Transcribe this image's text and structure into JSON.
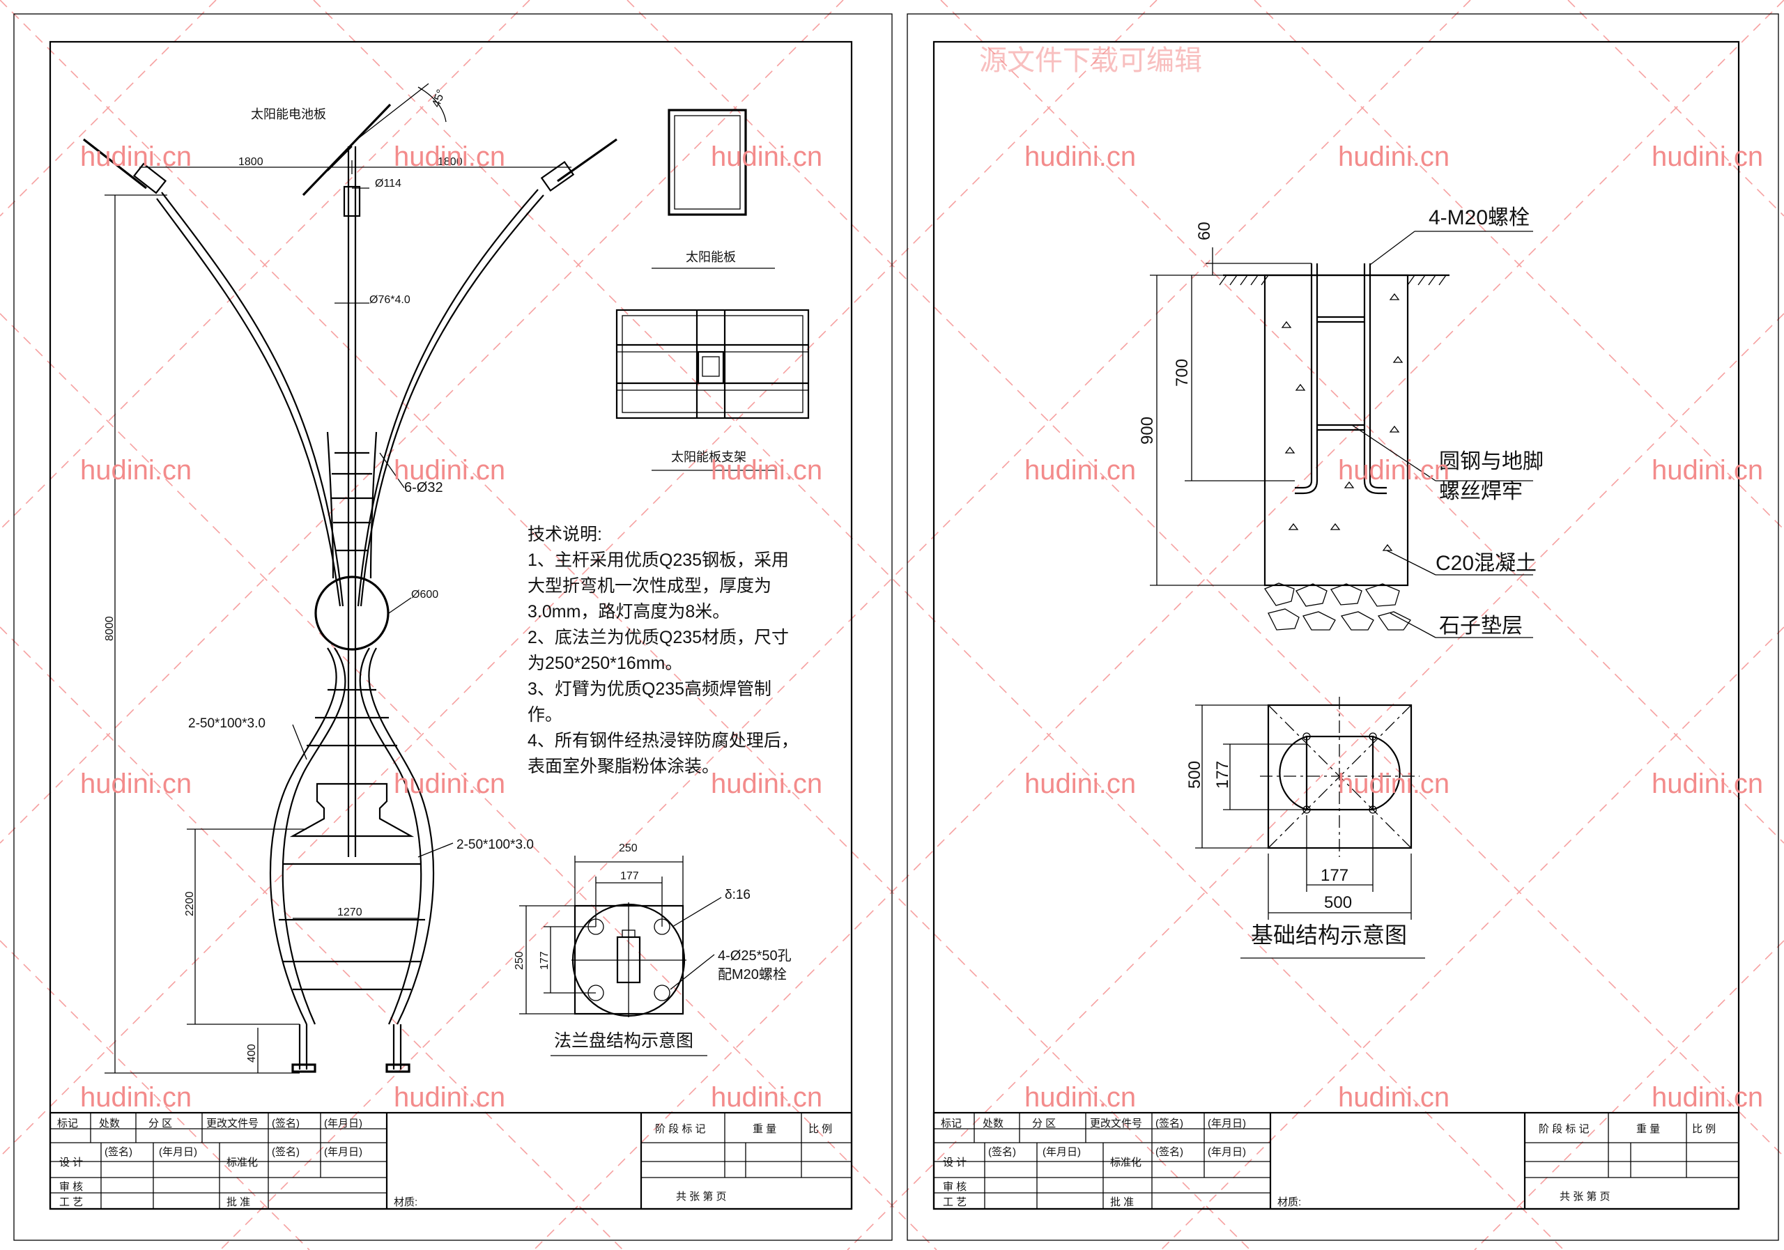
{
  "watermark": {
    "banner": "源文件下载可编辑",
    "site": "hudini.cn"
  },
  "left_sheet": {
    "labels": {
      "solar_panel": "太阳能电池板",
      "angle": "45°",
      "span_left": "1800",
      "span_right": "1800",
      "d114": "Ø114",
      "d76": "Ø76*4.0",
      "rings": "6-Ø32",
      "sphere": "Ø600",
      "height": "8000",
      "tube_a": "2-50*100*3.0",
      "tube_b": "2-50*100*3.0",
      "lower_height": "2200",
      "width_1270": "1270",
      "base_400": "400"
    },
    "panel_detail": {
      "panel_caption": "太阳能板",
      "bracket_caption": "太阳能板支架"
    },
    "tech_notes": {
      "title": "技术说明:",
      "lines": [
        "1、主杆采用优质Q235钢板，采用",
        "大型折弯机一次性成型，厚度为",
        "3.0mm，路灯高度为8米。",
        "2、底法兰为优质Q235材质，尺寸",
        "为250*250*16mm。",
        "3、灯臂为优质Q235高频焊管制",
        "作。",
        "4、所有钢件经热浸锌防腐处理后，",
        "表面室外聚脂粉体涂装。"
      ]
    },
    "flange": {
      "w250": "250",
      "w177": "177",
      "h250": "250",
      "h177": "177",
      "thickness": "δ:16",
      "holes": "4-Ø25*50孔",
      "bolts": "配M20螺栓",
      "caption": "法兰盘结构示意图"
    }
  },
  "right_sheet": {
    "section": {
      "bolts": "4-M20螺栓",
      "d60": "60",
      "d700": "700",
      "d900": "900",
      "weld_1": "圆钢与地脚",
      "weld_2": "螺丝焊牢",
      "concrete": "C20混凝土",
      "gravel": "石子垫层"
    },
    "plan": {
      "h500": "500",
      "h177": "177",
      "w177": "177",
      "w500": "500",
      "caption": "基础结构示意图"
    }
  },
  "title_block": {
    "row1": [
      "标记",
      "处数",
      "分 区",
      "更改文件号",
      "(签名)",
      "(年月日)"
    ],
    "design": "设 计",
    "sign": "(签名)",
    "date": "(年月日)",
    "standard": "标准化",
    "review": "审 核",
    "process": "工 艺",
    "approve": "批 准",
    "material": "材质:",
    "stage": "阶 段 标 记",
    "weight": "重 量",
    "scale": "比 例",
    "sheets": "共     张     第     页"
  }
}
